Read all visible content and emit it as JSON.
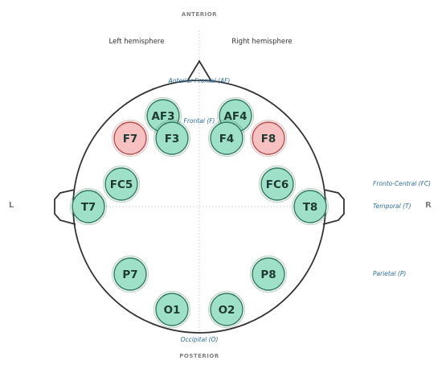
{
  "labels": {
    "anterior": "ANTERIOR",
    "posterior": "POSTERIOR",
    "left_hemisphere": "Left hemisphere",
    "right_hemisphere": "Right hemisphere",
    "left_side": "L",
    "right_side": "R"
  },
  "regions": {
    "af": "Anterior Frontal (AF)",
    "f": "Frontal (F)",
    "fc": "Fronto-Central (FC)",
    "t": "Temporal (T)",
    "p": "Parietal (P)",
    "o": "Occipital (O)"
  },
  "colors": {
    "normal_fill": "#9fe0c8",
    "normal_stroke": "#2f7a5e",
    "highlight_fill": "#f7c1c1",
    "highlight_stroke": "#b94a4a",
    "head_stroke": "#333333"
  },
  "electrodes": [
    {
      "label": "AF3",
      "state": "normal"
    },
    {
      "label": "AF4",
      "state": "normal"
    },
    {
      "label": "F7",
      "state": "highlighted"
    },
    {
      "label": "F3",
      "state": "normal"
    },
    {
      "label": "F4",
      "state": "normal"
    },
    {
      "label": "F8",
      "state": "highlighted"
    },
    {
      "label": "FC5",
      "state": "normal"
    },
    {
      "label": "FC6",
      "state": "normal"
    },
    {
      "label": "T7",
      "state": "normal"
    },
    {
      "label": "T8",
      "state": "normal"
    },
    {
      "label": "P7",
      "state": "normal"
    },
    {
      "label": "P8",
      "state": "normal"
    },
    {
      "label": "O1",
      "state": "normal"
    },
    {
      "label": "O2",
      "state": "normal"
    }
  ]
}
